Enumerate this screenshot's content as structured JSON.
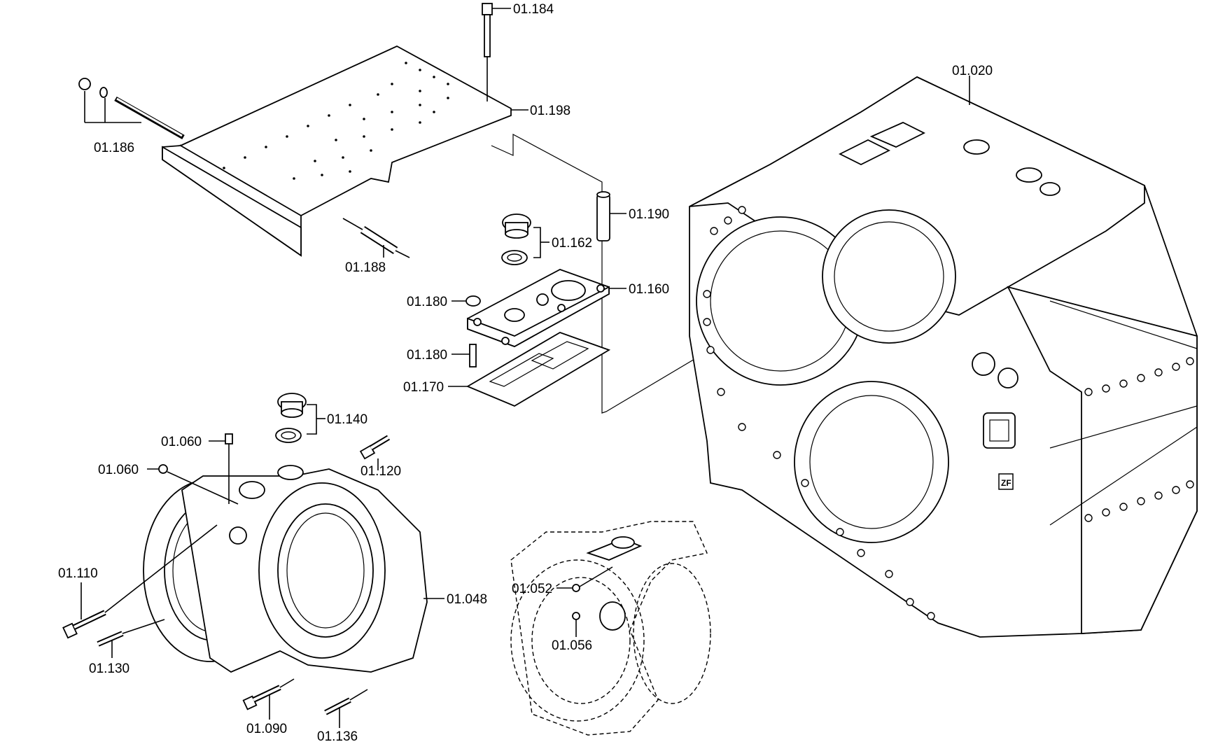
{
  "diagram": {
    "type": "exploded-parts-drawing",
    "callouts": [
      {
        "id": "p01184",
        "label": "01.184"
      },
      {
        "id": "p01198",
        "label": "01.198"
      },
      {
        "id": "p01186",
        "label": "01.186"
      },
      {
        "id": "p01188",
        "label": "01.188"
      },
      {
        "id": "p01190",
        "label": "01.190"
      },
      {
        "id": "p01162",
        "label": "01.162"
      },
      {
        "id": "p01160",
        "label": "01.160"
      },
      {
        "id": "p01180a",
        "label": "01.180"
      },
      {
        "id": "p01180b",
        "label": "01.180"
      },
      {
        "id": "p01170",
        "label": "01.170"
      },
      {
        "id": "p01020",
        "label": "01.020"
      },
      {
        "id": "p01140",
        "label": "01.140"
      },
      {
        "id": "p01060a",
        "label": "01.060"
      },
      {
        "id": "p01060b",
        "label": "01.060"
      },
      {
        "id": "p01120",
        "label": "01.120"
      },
      {
        "id": "p01110",
        "label": "01.110"
      },
      {
        "id": "p01048",
        "label": "01.048"
      },
      {
        "id": "p01130",
        "label": "01.130"
      },
      {
        "id": "p01090",
        "label": "01.090"
      },
      {
        "id": "p01136",
        "label": "01.136"
      },
      {
        "id": "p01052",
        "label": "01.052"
      },
      {
        "id": "p01056",
        "label": "01.056"
      }
    ],
    "icons": [
      "zf-logo-icon"
    ]
  }
}
